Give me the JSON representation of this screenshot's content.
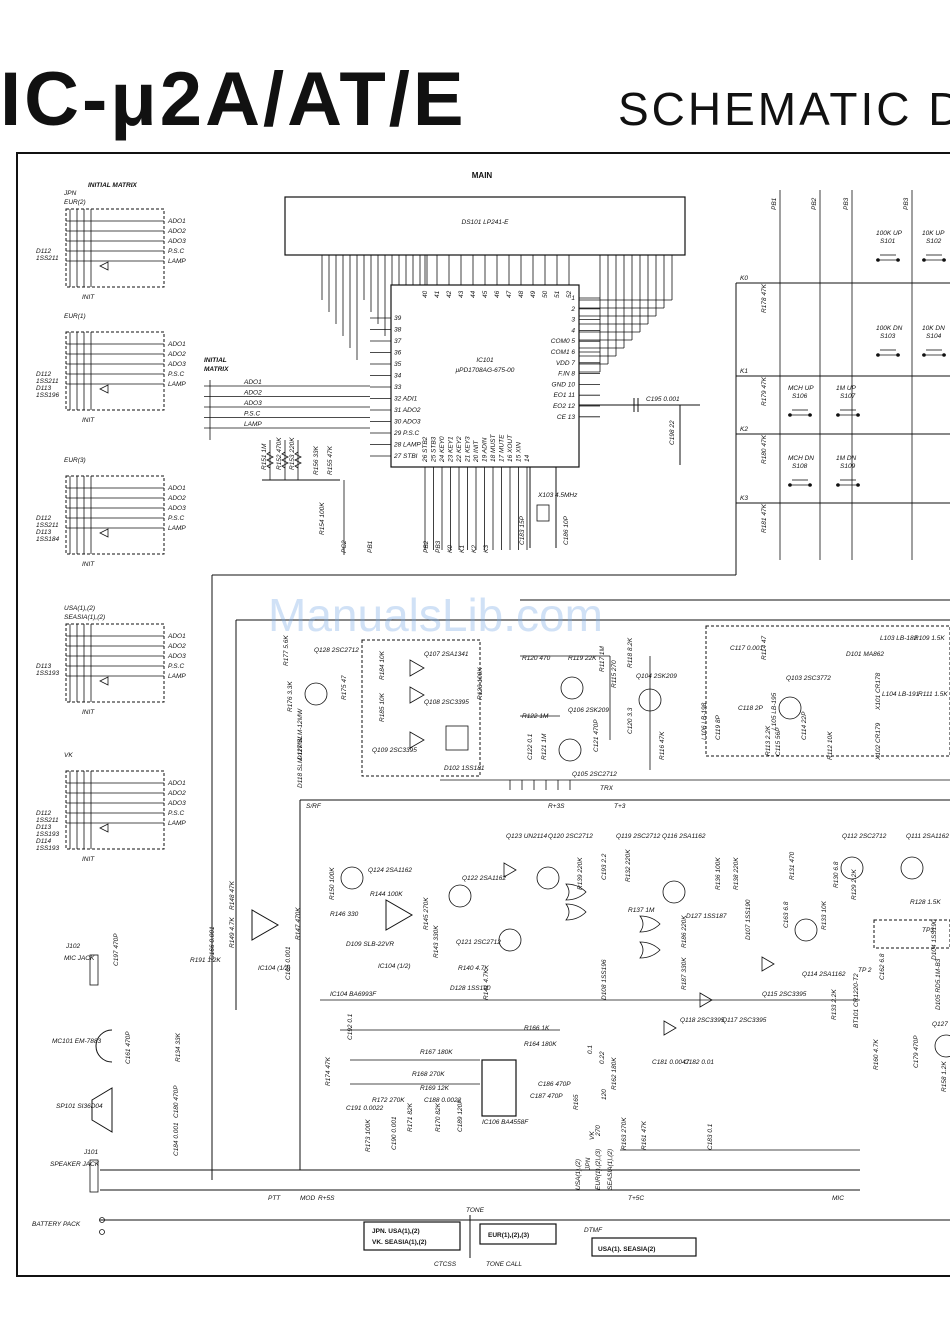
{
  "header": {
    "model": "IC-μ2A/AT/E",
    "subtitle": "SCHEMATIC D"
  },
  "main_label": "MAIN",
  "watermark": "ManualsLib.com",
  "matrix": {
    "title": "INITIAL MATRIX",
    "pins": [
      "ADO1",
      "ADO2",
      "ADO3",
      "P.S.C",
      "LAMP"
    ],
    "init": "INIT",
    "groups": [
      {
        "name": "JPN\nEUR(2)",
        "l1": "JPN",
        "l2": "EUR(2)",
        "parts": [
          "D112",
          "1SS211"
        ]
      },
      {
        "name": "EUR(1)",
        "l1": "EUR(1)",
        "l2": "",
        "parts": [
          "D112",
          "1SS211",
          "D113",
          "1SS196"
        ]
      },
      {
        "name": "EUR(3)",
        "l1": "EUR(3)",
        "l2": "",
        "parts": [
          "D112",
          "1SS211",
          "D113",
          "1SS184"
        ]
      },
      {
        "name": "USA",
        "l1": "USA(1),(2)",
        "l2": "SEASIA(1),(2)",
        "parts": [
          "D113",
          "1SS193"
        ]
      },
      {
        "name": "VK",
        "l1": "VK",
        "l2": "",
        "parts": [
          "D112",
          "1SS211",
          "D113",
          "1SS193",
          "D114",
          "1SS193"
        ]
      }
    ]
  },
  "ic": {
    "display": "DS101  LP241-E",
    "name": "IC101",
    "part": "μPD1708AG-675-00",
    "left_pins": [
      "39",
      "38",
      "37",
      "36",
      "35",
      "34",
      "33",
      "32 ADI1",
      "31 ADO2",
      "30 ADO3",
      "29 P.S.C",
      "28 LAMP",
      "27 STBI"
    ],
    "right_pins": [
      "1",
      "2",
      "3",
      "4",
      "COM0 5",
      "COM1 6",
      "VDD 7",
      "F.IN 8",
      "GND 10",
      "EO1 11",
      "EO2 12",
      "CE 13"
    ],
    "top_pins": [
      "40",
      "41",
      "42",
      "43",
      "44",
      "45",
      "46",
      "47",
      "48",
      "49",
      "50",
      "51",
      "52"
    ],
    "bottom_pins": [
      "26 STB2",
      "25 STB3",
      "24 KEY0",
      "23 KEY1",
      "22 KEY2",
      "21 KEY3",
      "20 INIT",
      "19 ADIN",
      "18 MUST",
      "17 MUTE",
      "16 XOUT",
      "15 XIN",
      "14"
    ]
  },
  "initial_matrix_label": "INITIAL\nMATRIX",
  "initial_matrix_l1": "INITIAL",
  "initial_matrix_l2": "MATRIX",
  "switches": [
    {
      "ref": "S101",
      "name": "100K UP"
    },
    {
      "ref": "S102",
      "name": "10K UP"
    },
    {
      "ref": "S103",
      "name": "100K DN"
    },
    {
      "ref": "S104",
      "name": "10K DN"
    },
    {
      "ref": "S106",
      "name": "MCH UP"
    },
    {
      "ref": "S107",
      "name": "1M UP"
    },
    {
      "ref": "S108",
      "name": "MCH DN"
    },
    {
      "ref": "S109",
      "name": "1M DN"
    }
  ],
  "rails": [
    "K0",
    "K1",
    "K2",
    "K3"
  ],
  "parts": {
    "r178": "R178 47K",
    "r179": "R179 47K",
    "r180": "R180 47K",
    "r181": "R181 47K",
    "r151": "R151 1M",
    "r152": "R152 470K",
    "r153": "R153 220K",
    "r156": "R156 33K",
    "r155": "R155 47K",
    "r154": "R154 100K",
    "c195": "C195 0.001",
    "c198": "C198 22",
    "x103": "X103 4.5MHz",
    "c183": "C183 15P",
    "c186": "C186 10P",
    "q128": "Q128 2SC2712",
    "r177": "R177 5.6K",
    "r176": "R176 3.3K",
    "r175": "R175 47",
    "d117": "D117 SLM-12MW",
    "d118": "D118 SLM-12MW",
    "q107": "Q107 2SA1341",
    "q108": "Q108 2SC3395",
    "q109": "Q109 2SC3395",
    "r184": "R184 10K",
    "r185": "R185 10K",
    "r123": "R123 100K",
    "d102": "D102 1SS181",
    "r120": "R120 470",
    "r119": "R119 22K",
    "r117": "R117 1M",
    "r118": "R118 8.2K",
    "q106": "Q106 2SK209",
    "r122": "R122 1M",
    "c122": "C122 0.1",
    "r121": "R121 1M",
    "q105": "Q105 2SC2712",
    "c121": "C121 470P",
    "r115": "R115 270",
    "c120": "C120 3.3",
    "q104": "Q104 2SK209",
    "r116": "R116 47K",
    "c117": "C117 0.001",
    "r114": "R114 47",
    "q103": "Q103 2SC3772",
    "d101": "D101 MA862",
    "l103": "L103 LB-182",
    "r109": "R109 1.5K",
    "c119": "C119 8P",
    "c118": "C118 2P",
    "l106": "L106 LB-198",
    "l105": "L105 LB-195",
    "c115": "C115 56P",
    "r113": "R113 2.2K",
    "c114": "C114 22P",
    "r112": "R112 10K",
    "x101": "X101 CR178",
    "l104": "L104 LB-191",
    "x102": "X102 CR179",
    "r111": "R111 1.5K",
    "q123": "Q123 UN2114",
    "q120": "Q120 2SC2712",
    "q119": "Q119 2SC2712",
    "q116": "Q116 2SA1162",
    "q112": "Q112 2SC2712",
    "q111": "Q111 2SA1162",
    "q124": "Q124 2SA1162",
    "r150": "R150 100K",
    "r144": "R144 100K",
    "r146": "R146 330",
    "d109": "D109 SLB-22VR",
    "r145": "R145 270K",
    "r143": "R143 330K",
    "q122": "Q122 2SA1162",
    "q121": "Q121 2SC2712",
    "r140": "R140 4.7K",
    "r141": "R141 4.7K",
    "d128": "D128 1SS190",
    "r148": "R148 47K",
    "r149": "R149 4.7K",
    "c166": "C166 0.001",
    "r147": "R147 470K",
    "c165": "C165 0.001",
    "ic104a": "IC104 (1/2)",
    "ic104b": "IC104 (1/2)",
    "ic104": "IC104 BA6993F",
    "r139": "R139 220K",
    "c193": "C193 2.2",
    "r132": "R132 220K",
    "r137": "R137 1M",
    "d127": "D127 1SS187",
    "r136": "R136 100K",
    "r138": "R138 220K",
    "r186": "R186 220K",
    "d107": "D107 1SS190",
    "d108": "D108 1SS196",
    "r187": "R187 330K",
    "q118": "Q118 2SC3395",
    "q117": "Q117 2SC3395",
    "q115": "Q115 2SC3395",
    "q114": "Q114 2SA1162",
    "r131": "R131 470",
    "c163": "C163 6.8",
    "r133": "R133 10K",
    "r130": "R130 6.8",
    "r129": "R129 2.2K",
    "r128": "R128 1.5K",
    "d104": "D104 1SS190",
    "tp2": "TP 2",
    "tp3": "TP3",
    "bt101": "BT101 CR1220-T2",
    "c162": "C162 6.8",
    "d105": "D105 RD5.1M-B3",
    "q127": "Q127",
    "r133b": "R133 2.2K",
    "r160": "R160 4.7K",
    "c179": "C179 470P",
    "r158": "R158 1.2K",
    "j102": "J102",
    "mic_jack": "MIC JACK",
    "c197": "C197 470P",
    "r191": "R191 1.2K",
    "mc101": "MC101 EM-7883",
    "c161": "C161 470P",
    "r134": "R134 33K",
    "sp101": "SP101 SI36D04",
    "c180": "C180 470P",
    "c184": "C184 0.001",
    "j101": "J101",
    "speaker_jack": "SPEAKER JACK",
    "battery": "BATTERY PACK",
    "c192": "C192 0.1",
    "r167": "R167 180K",
    "r168": "R168 270K",
    "r169": "R169 12K",
    "r166": "R166 1K",
    "r164": "R164 180K",
    "ic106": "IC106 BA4558F",
    "c188": "C188 0.0022",
    "c186b": "C186 470P",
    "c187": "C187 470P",
    "r172": "R172 270K",
    "r171": "R171 82K",
    "r170": "R170 82K",
    "c189": "C189 120P",
    "r174": "R174 47K",
    "r173": "R173 100K",
    "c191": "C191 0.0022",
    "c190": "C190 0.001",
    "r165": "R165",
    "r162": "R162 180K",
    "c181": "C181 0.0047",
    "c182": "C182 0.01",
    "r161": "R161 47K",
    "r163": "R163 270K",
    "c183b": "C183 0.1"
  },
  "nets": [
    "S/RF",
    "R+3S",
    "T+3",
    "TRX",
    "PTT",
    "MOD",
    "R+5S",
    "TONE",
    "DTMF",
    "T+5C",
    "MIC",
    "PC2",
    "PB1",
    "PB2",
    "PB3",
    "K0",
    "K1",
    "K2",
    "K3",
    "PB1 PB2 PB3"
  ],
  "variant_boxes": {
    "left": "JPN. USA(1),(2)\nVK. SEASIA(1),(2)",
    "left_l1": "JPN. USA(1),(2)",
    "left_l2": "VK. SEASIA(1),(2)",
    "mid": "EUR(1),(2),(3)",
    "right": "USA(1). SEASIA(2)",
    "ctcss": "CTCSS",
    "tone_call": "TONE CALL"
  },
  "variant_notes": [
    "0.1",
    "0.22",
    "USA(1),(2)",
    "JPN",
    "EUR(1),(2),(3)",
    "VK",
    "SEASIA(1),(2)",
    "120",
    "270"
  ]
}
